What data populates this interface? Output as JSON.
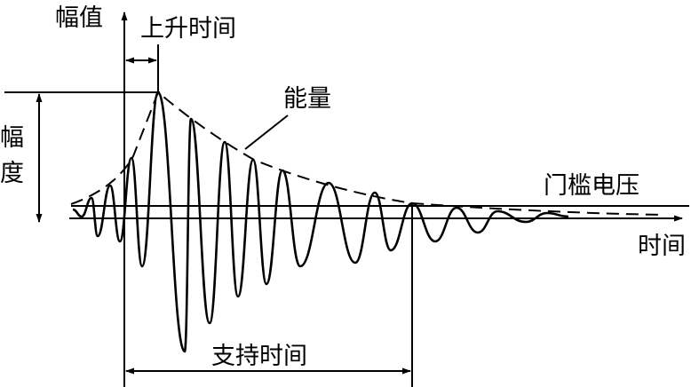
{
  "labels": {
    "y_axis": "幅值",
    "x_axis": "时间",
    "rise_time": "上升时间",
    "energy": "能量",
    "amplitude_line1": "幅",
    "amplitude_line2": "度",
    "threshold": "门槛电压",
    "duration": "支持时间"
  },
  "colors": {
    "ink": "#000000",
    "background": "#ffffff"
  }
}
